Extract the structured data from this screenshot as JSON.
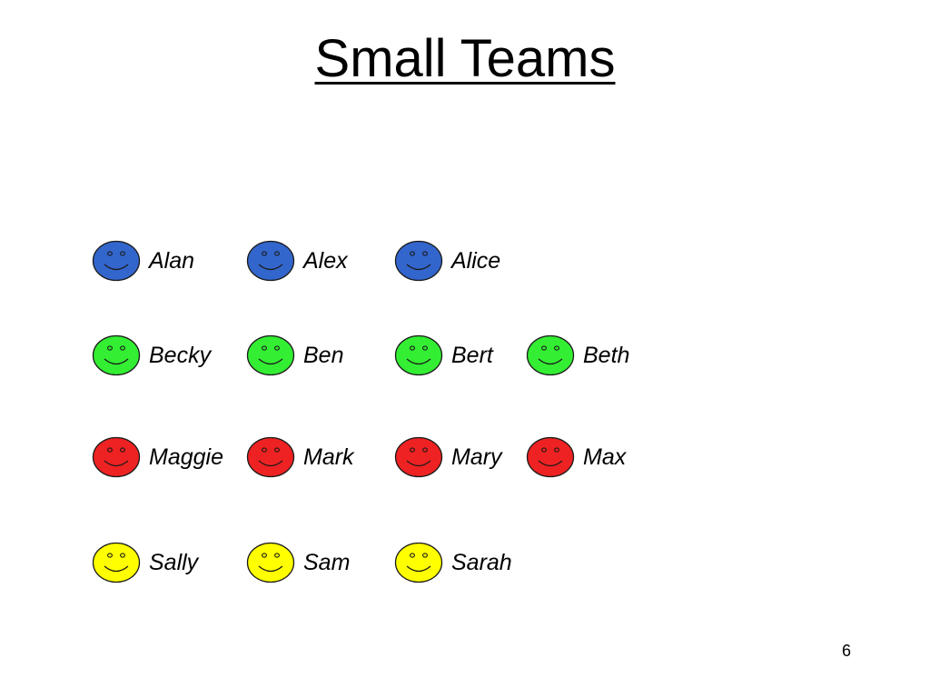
{
  "title": "Small Teams",
  "page_number": "6",
  "colors": {
    "blue": "#3366cc",
    "green": "#33ee33",
    "red": "#ee2222",
    "yellow": "#ffff00",
    "outline": "#1a1a1a"
  },
  "teams": [
    {
      "color": "blue",
      "members": [
        {
          "name": "Alan",
          "icon": "smiley-face-icon"
        },
        {
          "name": "Alex",
          "icon": "smiley-face-icon"
        },
        {
          "name": "Alice",
          "icon": "smiley-face-icon"
        }
      ]
    },
    {
      "color": "green",
      "members": [
        {
          "name": "Becky",
          "icon": "smiley-face-icon"
        },
        {
          "name": "Ben",
          "icon": "smiley-face-icon"
        },
        {
          "name": "Bert",
          "icon": "smiley-face-icon"
        },
        {
          "name": "Beth",
          "icon": "smiley-face-icon"
        }
      ]
    },
    {
      "color": "red",
      "members": [
        {
          "name": "Maggie",
          "icon": "smiley-face-icon"
        },
        {
          "name": "Mark",
          "icon": "smiley-face-icon"
        },
        {
          "name": "Mary",
          "icon": "smiley-face-icon"
        },
        {
          "name": "Max",
          "icon": "smiley-face-icon"
        }
      ]
    },
    {
      "color": "yellow",
      "members": [
        {
          "name": "Sally",
          "icon": "smiley-face-icon"
        },
        {
          "name": "Sam",
          "icon": "smiley-face-icon"
        },
        {
          "name": "Sarah",
          "icon": "smiley-face-icon"
        }
      ]
    }
  ]
}
